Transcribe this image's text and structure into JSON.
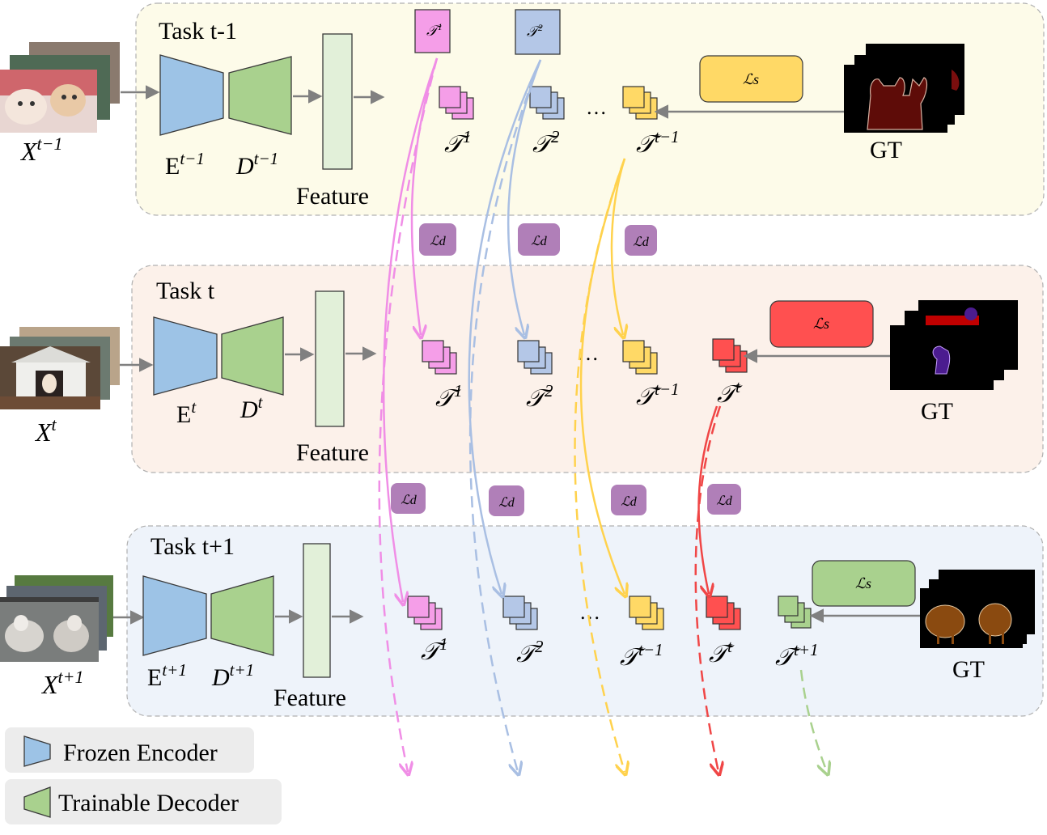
{
  "tasks": [
    {
      "title": "Task t-1",
      "input_label": "X",
      "input_sup": "t−1",
      "encoder_label": "E",
      "encoder_sup": "t−1",
      "decoder_label": "D",
      "decoder_sup": "t−1",
      "feature_label": "Feature",
      "gt_label": "GT",
      "seg_loss": "ℒs",
      "heads": [
        {
          "label": "𝒯",
          "sup": "1"
        },
        {
          "label": "𝒯",
          "sup": "2"
        },
        {
          "label": "𝒯",
          "sup": "t−1"
        }
      ],
      "ellipsis": "…",
      "top_heads": [
        {
          "label": "𝒯",
          "sup": "1"
        },
        {
          "label": "𝒯",
          "sup": "2"
        }
      ]
    },
    {
      "title": "Task t",
      "input_label": "X",
      "input_sup": "t",
      "encoder_label": "E",
      "encoder_sup": "t",
      "decoder_label": "D",
      "decoder_sup": "t",
      "feature_label": "Feature",
      "gt_label": "GT",
      "seg_loss": "ℒs",
      "heads": [
        {
          "label": "𝒯",
          "sup": "1"
        },
        {
          "label": "𝒯",
          "sup": "2"
        },
        {
          "label": "𝒯",
          "sup": "t−1"
        },
        {
          "label": "𝒯",
          "sup": "t"
        }
      ],
      "ellipsis": "…"
    },
    {
      "title": "Task t+1",
      "input_label": "X",
      "input_sup": "t+1",
      "encoder_label": "E",
      "encoder_sup": "t+1",
      "decoder_label": "D",
      "decoder_sup": "t+1",
      "feature_label": "Feature",
      "gt_label": "GT",
      "seg_loss": "ℒs",
      "heads": [
        {
          "label": "𝒯",
          "sup": "1"
        },
        {
          "label": "𝒯",
          "sup": "2"
        },
        {
          "label": "𝒯",
          "sup": "t−1"
        },
        {
          "label": "𝒯",
          "sup": "t"
        },
        {
          "label": "𝒯",
          "sup": "t+1"
        }
      ],
      "ellipsis": "…"
    }
  ],
  "distill_loss": "ℒd",
  "legend": {
    "encoder": "Frozen Encoder",
    "decoder": "Trainable Decoder"
  },
  "colors": {
    "task1_bg": "#fdfbe9",
    "task2_bg": "#fcf1ea",
    "task3_bg": "#eef3fa",
    "encoder": "#9dc3e6",
    "decoder": "#a9d18e",
    "feature": "#e2f0d9",
    "head1": "#f59ee8",
    "head2": "#b4c7e7",
    "head3": "#ffd966",
    "head4": "#ff5050",
    "head5": "#a9d18e",
    "loss_d": "#b07fb8",
    "arrow1": "#f08ee6",
    "arrow2": "#a9bfe3",
    "arrow3": "#ffd24d",
    "arrow4": "#f04646",
    "arrow5": "#a9d18e"
  }
}
